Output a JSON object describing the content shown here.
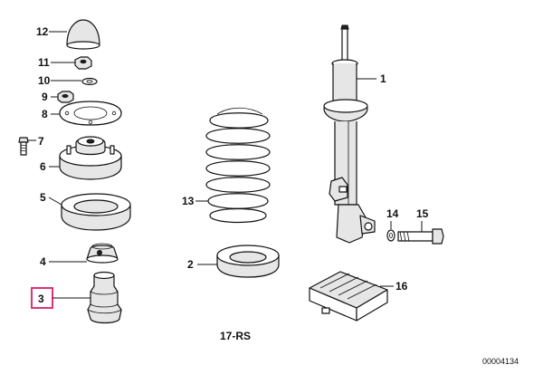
{
  "callouts": {
    "c1": "1",
    "c2": "2",
    "c3": "3",
    "c4": "4",
    "c5": "5",
    "c6": "6",
    "c7": "7",
    "c8": "8",
    "c9": "9",
    "c10": "10",
    "c11": "11",
    "c12": "12",
    "c13": "13",
    "c14": "14",
    "c15": "15",
    "c16": "16"
  },
  "spring_kit_label": "17-RS",
  "drawing_number": "00004134",
  "highlight_color": "#e0307a"
}
